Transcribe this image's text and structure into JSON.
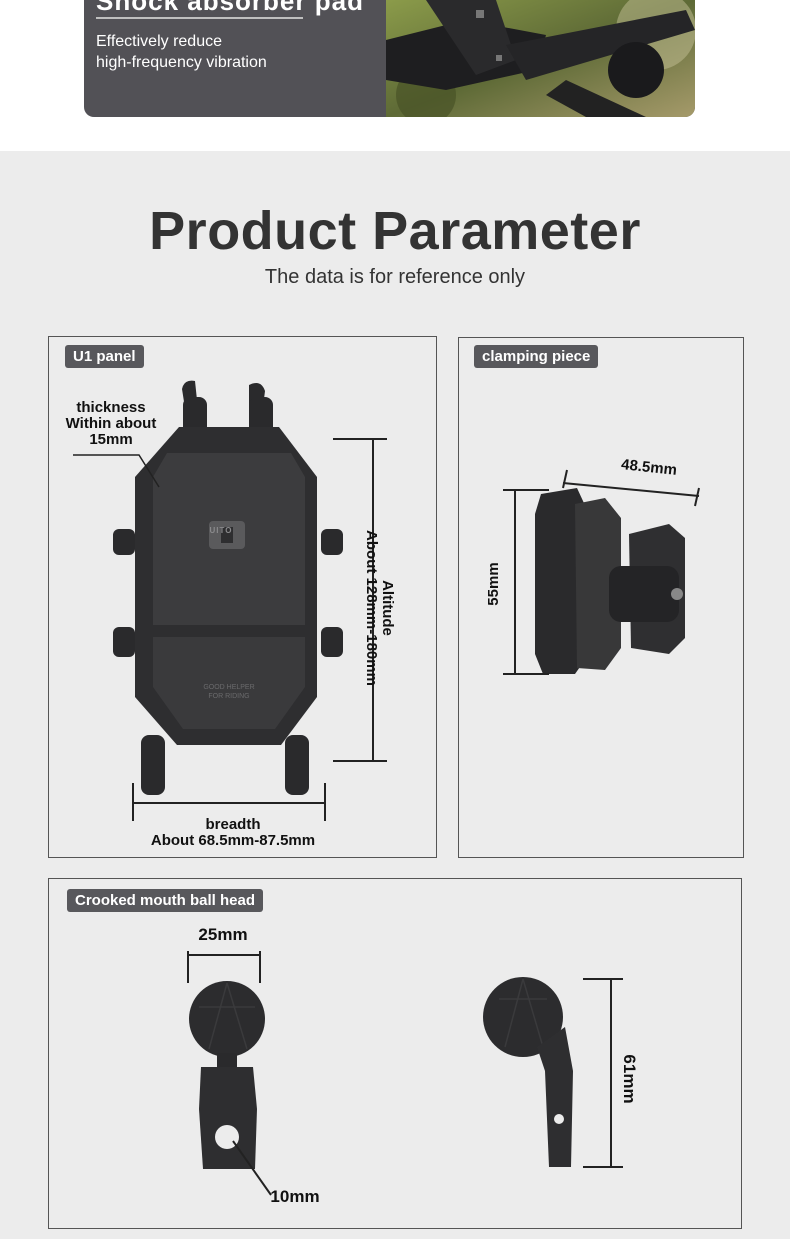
{
  "banner": {
    "cut_heading": "Shock absorber pad",
    "description_line1": "Effectively reduce",
    "description_line2": "high-frequency vibration"
  },
  "section": {
    "title": "Product Parameter",
    "subtitle": "The data is for reference only"
  },
  "u1_panel": {
    "tag": "U1 panel",
    "thickness_line1": "thickness",
    "thickness_line2": "Within about",
    "thickness_line3": "15mm",
    "altitude_line1": "Altitude",
    "altitude_line2": "About 128mm-180mm",
    "breadth_line1": "breadth",
    "breadth_line2": "About 68.5mm-87.5mm",
    "logo_text": "UITO",
    "pad_text_line1": "GOOD HELPER",
    "pad_text_line2": "FOR RIDING"
  },
  "clamping_piece": {
    "tag": "clamping piece",
    "width_label": "48.5mm",
    "height_label": "55mm"
  },
  "ball_head": {
    "tag": "Crooked mouth ball head",
    "ball_width_label": "25mm",
    "hole_label": "10mm",
    "height_label": "61mm"
  },
  "colors": {
    "tag_bg": "#58585c",
    "banner_bg": "#525156",
    "page_bg": "#ececec",
    "product_black": "#2a2a2c"
  }
}
